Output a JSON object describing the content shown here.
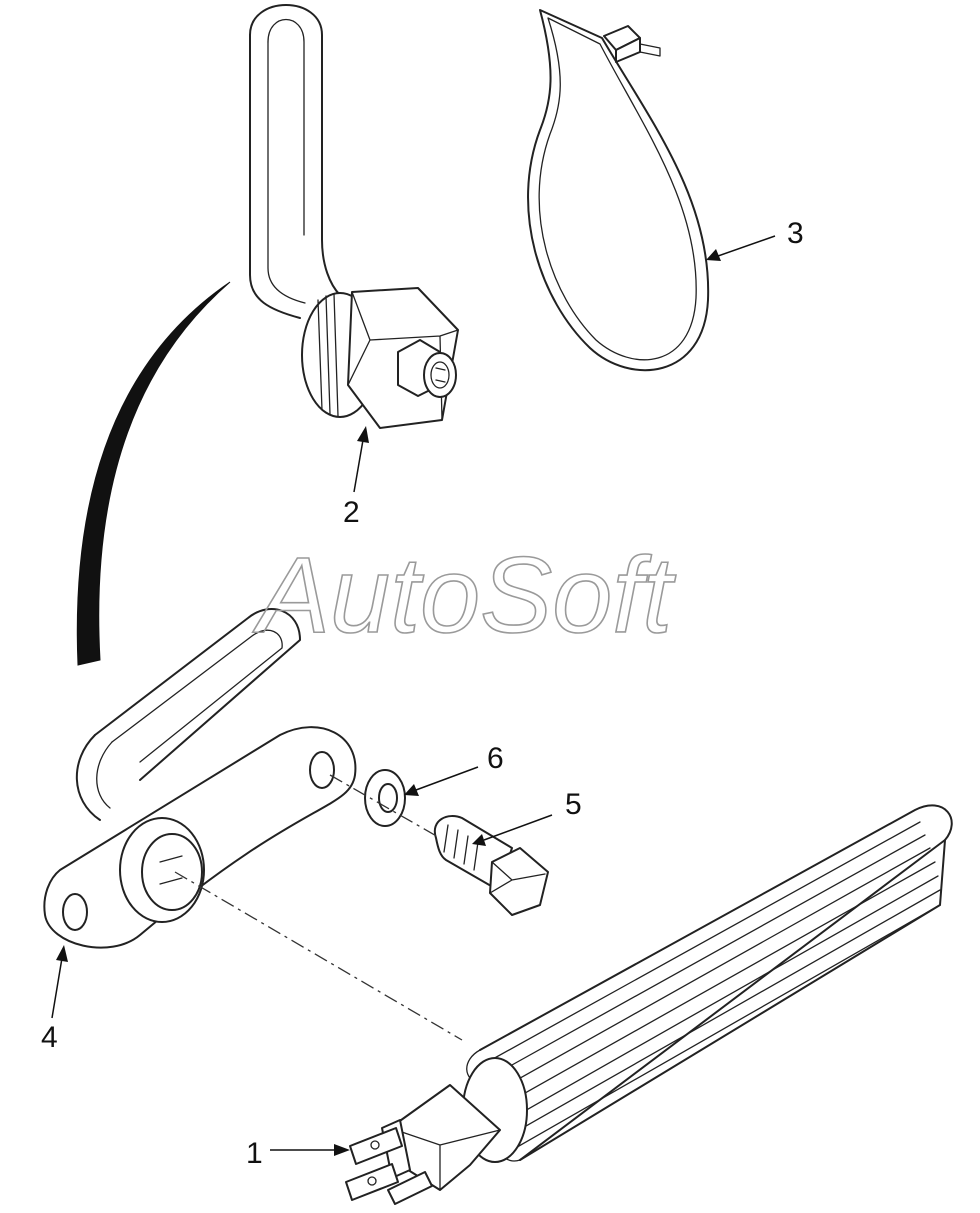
{
  "callouts": [
    {
      "id": "1",
      "label": "1"
    },
    {
      "id": "2",
      "label": "2"
    },
    {
      "id": "3",
      "label": "3"
    },
    {
      "id": "4",
      "label": "4"
    },
    {
      "id": "5",
      "label": "5"
    },
    {
      "id": "6",
      "label": "6"
    }
  ],
  "watermark": {
    "text": "AutoSoft"
  },
  "colors": {
    "line": "#222222",
    "watermark": "#9a9a9a",
    "background": "#ffffff"
  }
}
